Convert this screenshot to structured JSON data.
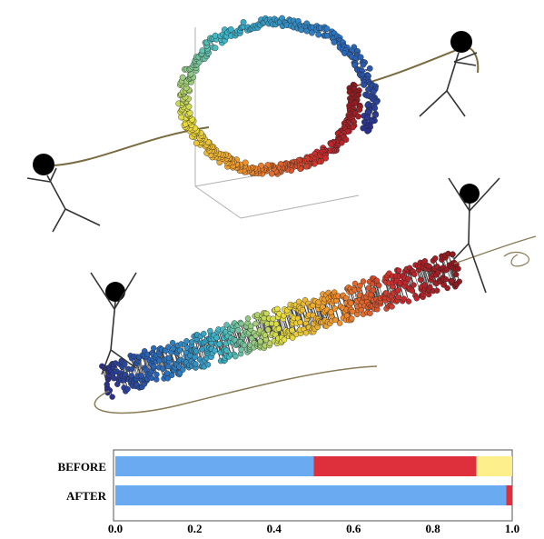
{
  "chart_data": {
    "type": "bar",
    "orientation": "horizontal",
    "stacked": true,
    "categories": [
      "BEFORE",
      "AFTER"
    ],
    "series": [
      {
        "color": "#6aaaf0",
        "values": [
          0.5,
          0.985
        ]
      },
      {
        "color": "#de2f3c",
        "values": [
          0.41,
          0.015
        ]
      },
      {
        "color": "#fdf08c",
        "values": [
          0.09,
          0.0
        ]
      }
    ],
    "xlim": [
      0.0,
      1.0
    ],
    "xticks": [
      "0.0",
      "0.2",
      "0.4",
      "0.6",
      "0.8",
      "1.0"
    ],
    "grid": false,
    "title": "",
    "xlabel": "",
    "ylabel": ""
  },
  "illustration": {
    "stick_figures": 4,
    "top_structure": "folded-3d-mesh",
    "bottom_structure": "stretched-mesh",
    "gradient": [
      "#2b2f8c",
      "#2a6fbf",
      "#3fb7c9",
      "#e8df3c",
      "#f08a2c",
      "#c8282e",
      "#8b1a1f"
    ]
  }
}
